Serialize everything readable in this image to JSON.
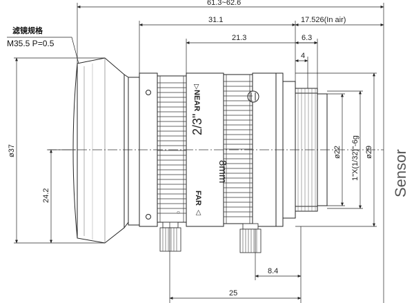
{
  "drawing": {
    "filter_note": {
      "title": "滤镜规格",
      "spec": "M35.5  P=0.5"
    },
    "dimensions": {
      "total_length": "61.3~62.6",
      "length_31": "31.1",
      "flange_distance": "17.526(In air)",
      "length_21": "21.3",
      "length_6": "6.3",
      "length_4": "4",
      "length_8": "8.4",
      "length_25": "25",
      "height_24": "24.2",
      "diameter_37": "ø37",
      "diameter_22": "ø22",
      "diameter_29": "ø29",
      "mount_thread": "1\"X(1/32)\"-6g"
    },
    "lens_markings": {
      "near": "NEAR",
      "far": "FAR",
      "format": "2/3\"",
      "focal": "8mm"
    },
    "sensor_label": "Sensor"
  }
}
